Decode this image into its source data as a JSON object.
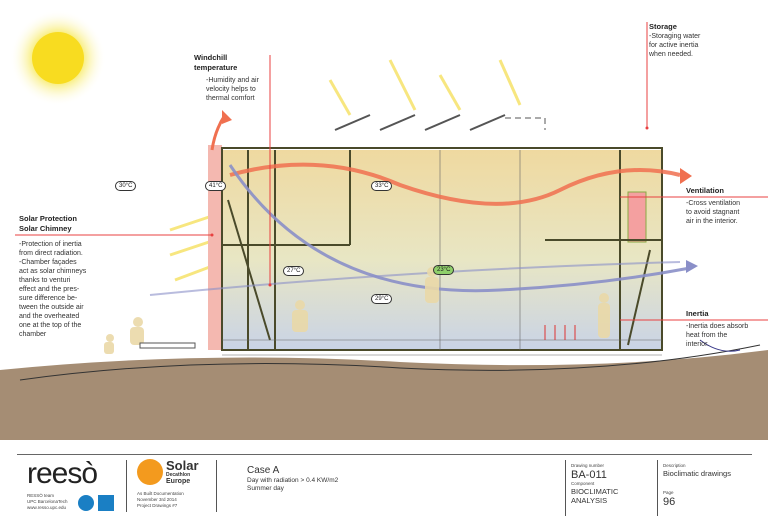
{
  "labels": {
    "windchill": {
      "title": "Windchill temperature",
      "text": [
        "-Humidity and air",
        "velocity helps to",
        "thermal comfort"
      ]
    },
    "storage": {
      "title": "Storage",
      "text": [
        "-Storaging water",
        "for active inertia",
        "when needed."
      ]
    },
    "solar_protection": {
      "title": [
        "Solar Protection",
        "Solar Chimney"
      ],
      "text": [
        "-Protection of inertia",
        "from direct radiation.",
        "-Chamber façades",
        "act as solar chimneys",
        "thanks to venturi",
        "effect and the pres-",
        "sure difference be-",
        "tween the outside air",
        "and the overheated",
        "one at the top of the",
        "chamber"
      ]
    },
    "ventilation": {
      "title": "Ventilation",
      "text": [
        "-Cross ventilation",
        "to avoid stagnant",
        "air in the interior."
      ]
    },
    "inertia": {
      "title": "Inertia",
      "text": [
        "-Inertia does absorb",
        "heat from the",
        "interior."
      ]
    }
  },
  "temperatures": {
    "outside": "30°C",
    "chimney": "41°C",
    "top": "33°C",
    "left": "27°C",
    "center": "23°C",
    "lower": "29°C"
  },
  "footer": {
    "logo": "reesò",
    "team": [
      "RESSÒ team",
      "UPC BarcelonaTech",
      "www.resso.upc.edu"
    ],
    "sde_logo": [
      "Solar",
      "Decathlon",
      "Europe"
    ],
    "sde_info": [
      "As Built Documentation",
      "November 3rd 2014",
      "Project Drawings #7"
    ],
    "case_title": "Case A",
    "case_lines": [
      "Day with radiation > 0.4 KW/m2",
      "Summer day"
    ],
    "drawing_number_label": "Drawing number",
    "drawing_number": "BA-011",
    "component_label": "Component",
    "component": [
      "BIOCLIMATIC",
      "ANALYSIS"
    ],
    "description_label": "Description",
    "description": "Bioclimatic drawings",
    "page_label": "Page",
    "page": "96"
  },
  "colors": {
    "warm": "#f07050",
    "cool": "#8a8fc8",
    "sun": "#f5e040",
    "ground": "#a08a72",
    "accent": "#e84040"
  }
}
